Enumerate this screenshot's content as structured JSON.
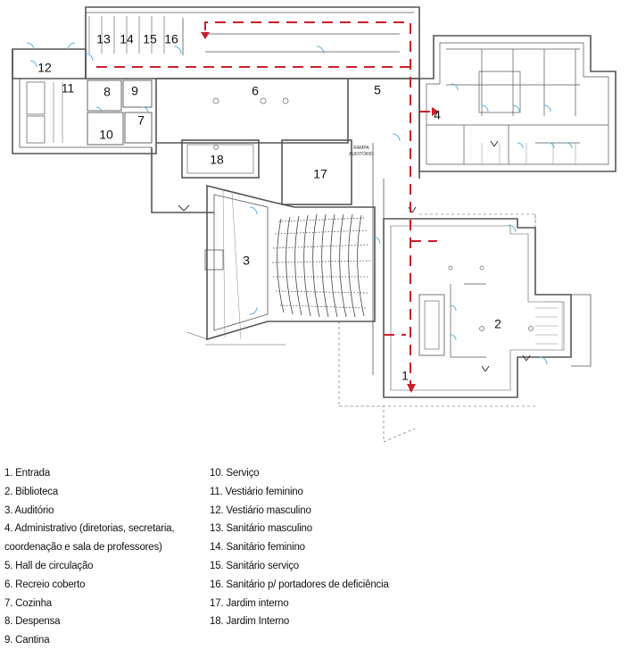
{
  "plan": {
    "room_numbers": [
      "1",
      "2",
      "3",
      "4",
      "5",
      "6",
      "7",
      "8",
      "9",
      "10",
      "11",
      "12",
      "13",
      "14",
      "15",
      "16",
      "17",
      "18"
    ],
    "ramp_label_line1": "RAMPA",
    "ramp_label_line2": "AUDITÓRIO",
    "route_color": "#c8202a",
    "wall_color": "#555555",
    "door_color": "#5fb0d6"
  },
  "legend": {
    "left": [
      "1. Entrada",
      "2. Biblioteca",
      "3. Auditório",
      "4. Administrativo (diretorias, secretaria,",
      "coordenação e sala de professores)",
      "5. Hall de circulação",
      "6. Recreio coberto",
      "7. Cozinha",
      "8. Despensa",
      "9. Cantina"
    ],
    "right": [
      "10. Serviço",
      "11. Vestiário feminino",
      "12. Vestiário masculino",
      "13. Sanitário masculino",
      "14. Sanitário feminino",
      "15. Sanitário serviço",
      "16. Sanitário p/ portadores de deficiência",
      "17. Jardim interno",
      "18. Jardim Interno"
    ]
  }
}
